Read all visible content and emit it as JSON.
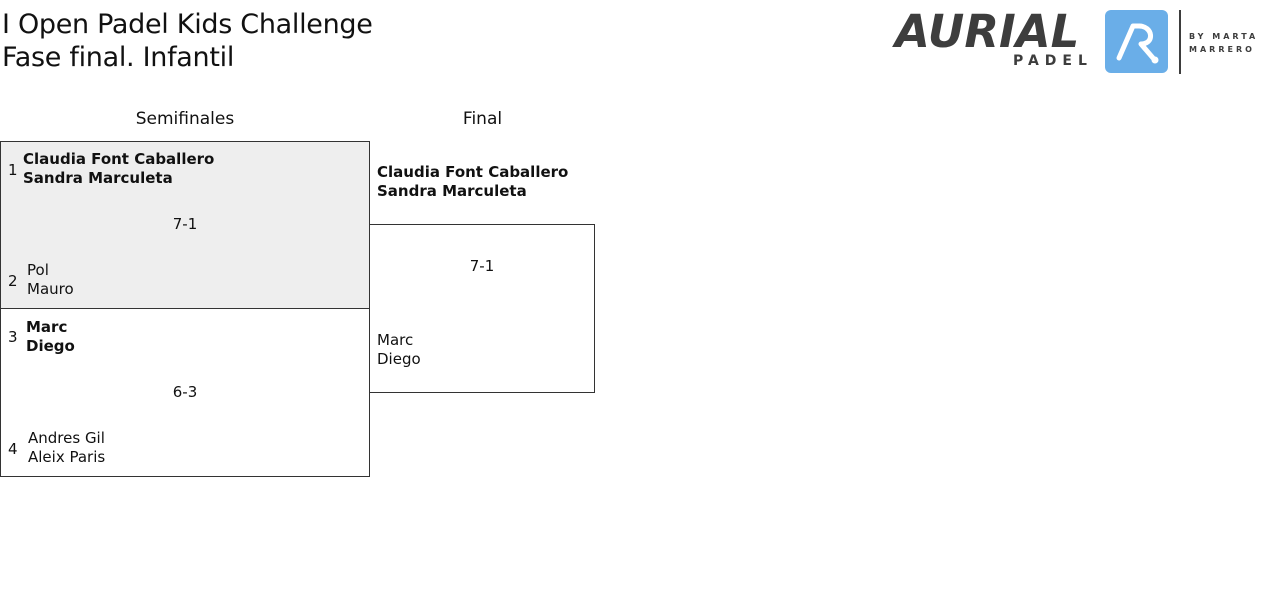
{
  "header": {
    "title_line1": "I Open Padel Kids Challenge",
    "title_line2": "Fase final. Infantil"
  },
  "logo": {
    "brand": "AURIAL",
    "sub": "PADEL",
    "by_line1": "BY MARTA",
    "by_line2": "MARRERO",
    "badge_color": "#6aaee8"
  },
  "columns": {
    "semifinals": "Semifinales",
    "final": "Final"
  },
  "semifinals": [
    {
      "top": {
        "seed": "1",
        "players": [
          "Claudia Font Caballero",
          "Sandra Marculeta"
        ],
        "winner": true
      },
      "score": "7-1",
      "bottom": {
        "seed": "2",
        "players": [
          "Pol",
          "Mauro"
        ],
        "winner": false
      }
    },
    {
      "top": {
        "seed": "3",
        "players": [
          "Marc",
          "Diego"
        ],
        "winner": true
      },
      "score": "6-3",
      "bottom": {
        "seed": "4",
        "players": [
          "Andres Gil",
          "Aleix Paris"
        ],
        "winner": false
      }
    }
  ],
  "final": {
    "top": {
      "players": [
        "Claudia Font Caballero",
        "Sandra Marculeta"
      ],
      "winner": true
    },
    "score": "7-1",
    "bottom": {
      "players": [
        "Marc",
        "Diego"
      ],
      "winner": false
    }
  }
}
